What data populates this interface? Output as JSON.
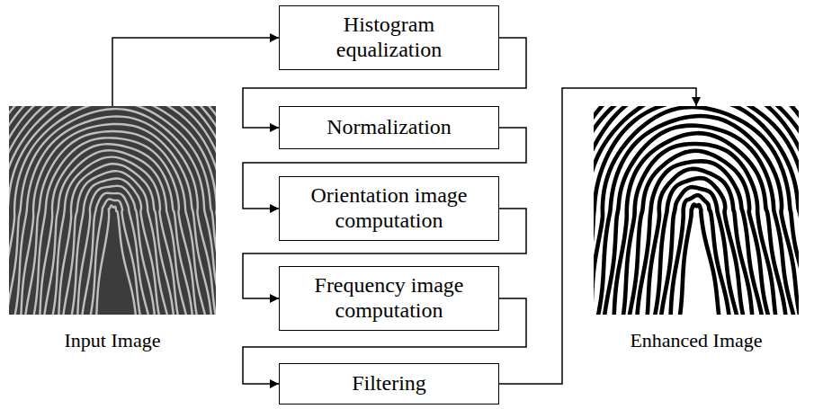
{
  "diagram": {
    "nodes": [
      {
        "text": [
          "Input Image"
        ]
      },
      {
        "text": [
          "Histogram equalization"
        ]
      },
      {
        "text": [
          "Normalization"
        ]
      },
      {
        "text": [
          "Orientation image computation"
        ]
      },
      {
        "text": [
          "Frequency image computation"
        ]
      },
      {
        "text": [
          "Filtering"
        ]
      },
      {
        "text": [
          "Enhanced Image"
        ]
      }
    ],
    "edges": [
      {
        "from": 0,
        "to": 1,
        "arrow": "to"
      },
      {
        "from": 1,
        "to": 2,
        "arrow": "to"
      },
      {
        "from": 2,
        "to": 3,
        "arrow": "to"
      },
      {
        "from": 3,
        "to": 4,
        "arrow": "to"
      },
      {
        "from": 4,
        "to": 5,
        "arrow": "to"
      },
      {
        "from": 5,
        "to": 6,
        "arrow": "to"
      }
    ]
  }
}
